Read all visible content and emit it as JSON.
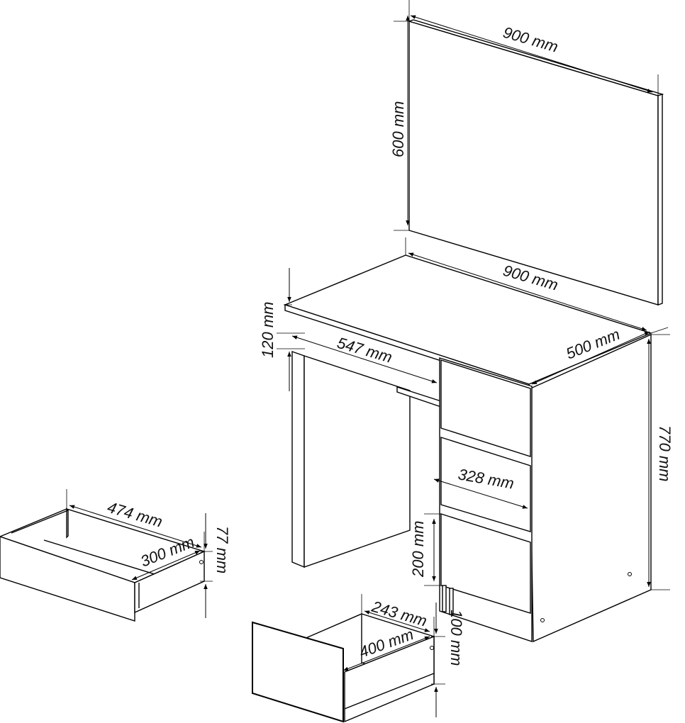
{
  "dimensions": {
    "mirror_width": "900 mm",
    "mirror_height": "600 mm",
    "desk_width": "900 mm",
    "desk_depth": "500 mm",
    "desk_height": "770 mm",
    "top_thickness": "120 mm",
    "opening_width": "547 mm",
    "drawer_width": "328 mm",
    "drawer_front_height": "200 mm",
    "small_drawer_length": "474 mm",
    "small_drawer_width": "300 mm",
    "small_drawer_height": "77 mm",
    "large_drawer_width": "243 mm",
    "large_drawer_length": "400 mm",
    "large_drawer_height": "100 mm"
  }
}
